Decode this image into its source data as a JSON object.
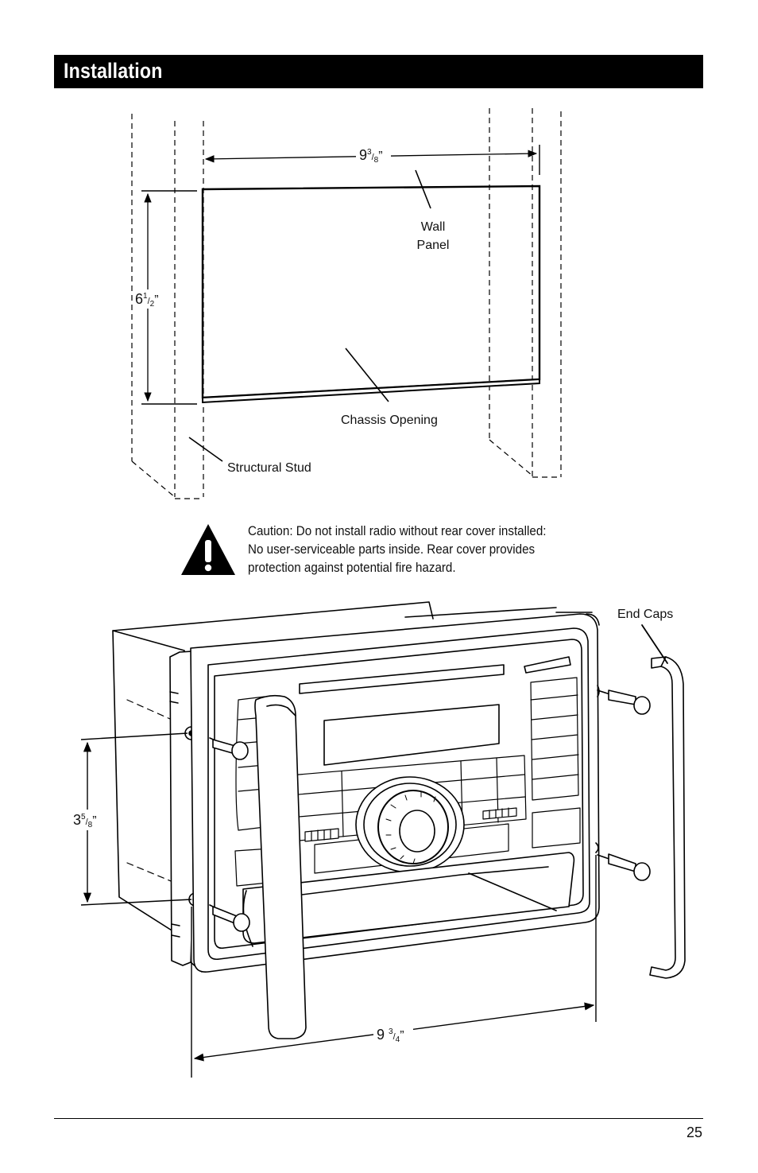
{
  "header": {
    "title": "Installation"
  },
  "top_diagram": {
    "width_dimension": {
      "whole": "9",
      "numerator": "3",
      "denominator": "8",
      "unit": "”"
    },
    "height_dimension": {
      "whole": "6",
      "numerator": "1",
      "denominator": "2",
      "unit": "”"
    },
    "labels": {
      "wall_panel_line1": "Wall",
      "wall_panel_line2": "Panel",
      "chassis_opening": "Chassis Opening",
      "structural_stud": "Structural Stud"
    }
  },
  "caution": {
    "icon": "warning-triangle-icon",
    "lines": [
      "Caution: Do not install radio without rear cover installed:",
      "No user-serviceable parts inside. Rear cover provides",
      "protection against potential fire hazard."
    ]
  },
  "bottom_diagram": {
    "end_caps_label": "End Caps",
    "hole_spacing": {
      "whole": "3",
      "numerator": "5",
      "denominator": "8",
      "unit": "”"
    },
    "overall_width": {
      "whole": "9 ",
      "numerator": "3",
      "denominator": "4",
      "unit": "”"
    }
  },
  "footer": {
    "page_number": "25"
  }
}
